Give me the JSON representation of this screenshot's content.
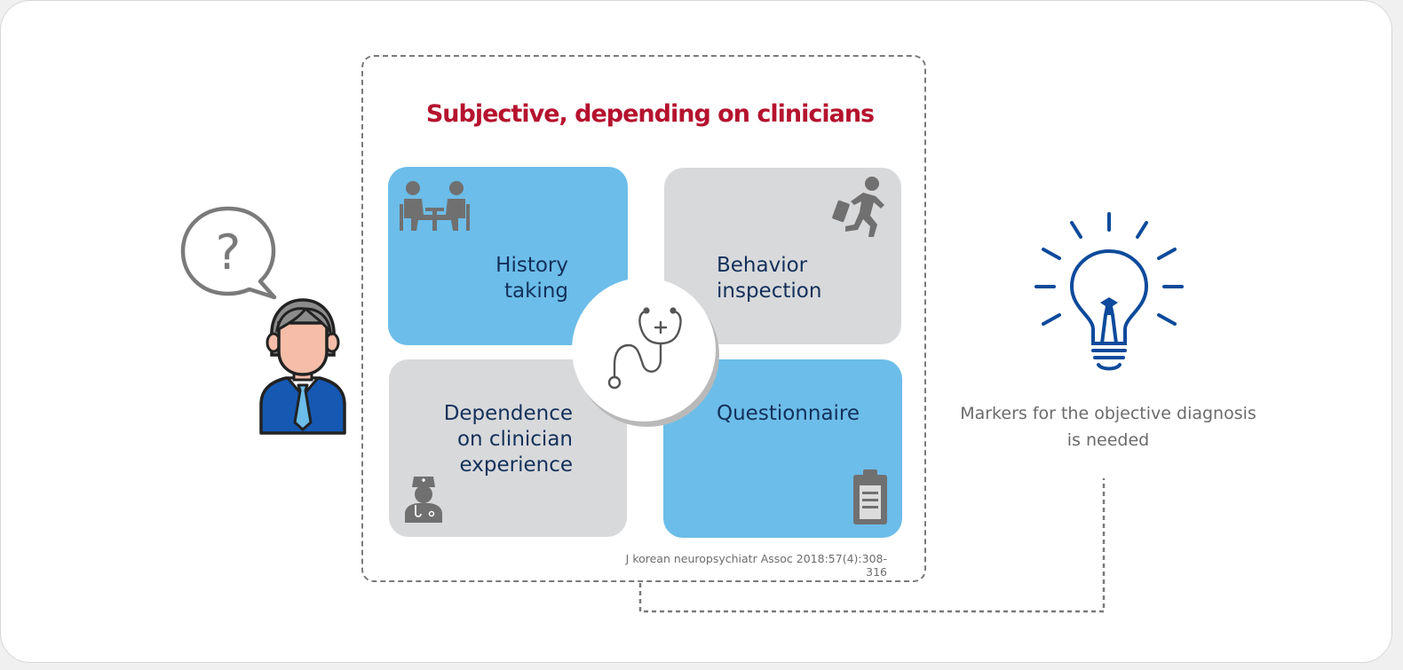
{
  "header": {
    "title": "Subjective, depending on clinicians"
  },
  "quadrants": [
    {
      "label_lines": [
        "History",
        "taking"
      ],
      "icon": "interview-icon",
      "color": "#6cbde9"
    },
    {
      "label_lines": [
        "Behavior",
        "inspection"
      ],
      "icon": "running-person-icon",
      "color": "#d8d9db"
    },
    {
      "label_lines": [
        "Dependence",
        "on clinician",
        "experience"
      ],
      "icon": "doctor-icon",
      "color": "#d8d9db"
    },
    {
      "label_lines": [
        "Questionnaire"
      ],
      "icon": "clipboard-icon",
      "color": "#6cbde9"
    }
  ],
  "center": {
    "icon": "stethoscope-icon"
  },
  "speech": {
    "text": "?",
    "icon": "speech-bubble-icon"
  },
  "patient": {
    "icon": "patient-avatar-icon"
  },
  "citation": "J korean neuropsychiatr Assoc 2018:57(4):308-316",
  "insight": {
    "icon": "lightbulb-icon",
    "caption_lines": [
      "Markers for the objective diagnosis",
      "is needed"
    ],
    "color": "#0d4a9b"
  },
  "colors": {
    "accent_red": "#b5122e",
    "label_navy": "#13305a",
    "quad_blue": "#6cbde9",
    "quad_grey": "#d8d9db",
    "icon_grey": "#707070"
  }
}
